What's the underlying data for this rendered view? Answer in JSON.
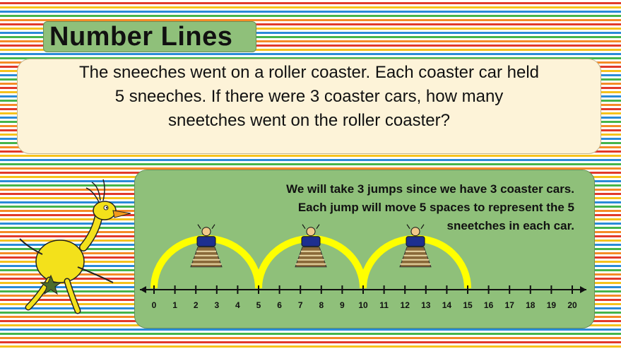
{
  "title": "Number Lines",
  "question": {
    "line1": "The sneeches went on a roller coaster. Each coaster car held",
    "line2": "5 sneeches. If there were 3 coaster cars, how many",
    "line3": "sneetches went on the roller coaster?"
  },
  "explanation": {
    "line1": "We will take 3 jumps since we have 3 coaster cars.",
    "line2": "Each jump will move 5 spaces to represent the 5",
    "line3": "sneetches in each car."
  },
  "number_line": {
    "min": 0,
    "max": 20,
    "labels": [
      "0",
      "1",
      "2",
      "3",
      "4",
      "5",
      "6",
      "7",
      "8",
      "9",
      "10",
      "11",
      "12",
      "13",
      "14",
      "15",
      "16",
      "17",
      "18",
      "19",
      "20"
    ],
    "jumps": [
      {
        "from": 0,
        "to": 5
      },
      {
        "from": 5,
        "to": 10
      },
      {
        "from": 10,
        "to": 15
      }
    ],
    "arc_color": "#ffff00"
  },
  "colors": {
    "panel_green": "#8fc07a",
    "question_bg": "#fdf3d8",
    "stripe_red": "#e23a2a",
    "stripe_yellow": "#f6c21c",
    "stripe_blue": "#2a8bd8",
    "stripe_green": "#45b54a",
    "stripe_orange": "#f58b27"
  }
}
